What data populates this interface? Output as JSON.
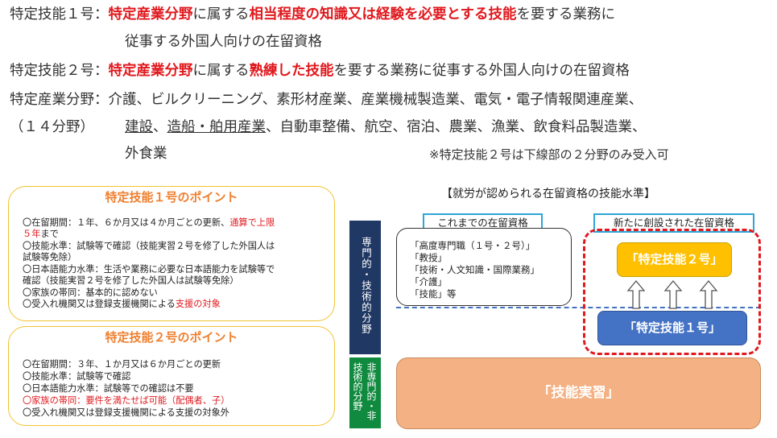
{
  "header": {
    "row1": {
      "label": "特定技能１号：",
      "p1": "特定産業分野",
      "p2": "に属する",
      "p3": "相当程度の知識又は経験を必要とする技能",
      "p4": "を要する業務に"
    },
    "row2": "従事する外国人向けの在留資格",
    "row3": {
      "label": "特定技能２号：",
      "p1": "特定産業分野",
      "p2": "に属する",
      "p3": "熟練した技能",
      "p4": "を要する業務に従事する外国人向けの在留資格"
    },
    "row4": {
      "label": "特定産業分野：",
      "text": "介護、ビルクリーニング、素形材産業、産業機械製造業、電気・電子情報関連産業、"
    },
    "row5": {
      "label": "（１４分野）",
      "u1": "建設",
      "sep1": "、",
      "u2": "造船・舶用産業",
      "text": "、自動車整備、航空、宿泊、農業、漁業、飲食料品製造業、"
    },
    "row6": {
      "text": "外食業",
      "note": "※特定技能２号は下線部の２分野のみ受入可"
    }
  },
  "point1": {
    "title": "特定技能１号のポイント",
    "l1a": "〇在留期間：１年、６か月又は４か月ごとの更新、",
    "l1b": "通算で上限",
    "l2": "５年",
    "l2b": "まで",
    "l3": "〇技能水準：試験等で確認（技能実習２号を修了した外国人は",
    "l4": "試験等免除）",
    "l5": "〇日本語能力水準：生活や業務に必要な日本語能力を試験等で",
    "l6": "確認（技能実習２号を修了した外国人は試験等免除）",
    "l7": "〇家族の帯同：基本的に認めない",
    "l8a": "〇受入れ機関又は登録支援機関による",
    "l8b": "支援の対象"
  },
  "point2": {
    "title": "特定技能２号のポイント",
    "l1": "〇在留期間：３年、１か月又は６か月ごとの更新",
    "l2": "〇技能水準：試験等で確認",
    "l3": "〇日本語能力水準：試験等での確認は不要",
    "l4": "〇家族の帯同：要件を満たせば可能（配偶者、子）",
    "l5": "〇受入れ機関又は登録支援機関による支援の対象外"
  },
  "diagram": {
    "title": "【就労が認められる在留資格の技能水準】",
    "bar_top": "専門的・技術的分野",
    "bar_bottom": "非専門的・非技術的分野",
    "label_prev": "これまでの在留資格",
    "label_new": "新たに創設された在留資格",
    "prev_items": [
      "「高度専門職（１号・２号）」",
      "「教授」",
      "「技術・人文知識・国際業務」",
      "「介護」",
      "「技能」等"
    ],
    "box_ssw2": "「特定技能２号」",
    "box_ssw1": "「特定技能１号」",
    "box_tit": "「技能実習」"
  },
  "colors": {
    "red": "#e0191e",
    "orange": "#ee7f2f",
    "navy": "#203864",
    "green": "#0f8a3e",
    "yellow": "#ffc000",
    "blue": "#4472c4",
    "peach": "#f4b183",
    "cyan": "#2ea5d6"
  }
}
